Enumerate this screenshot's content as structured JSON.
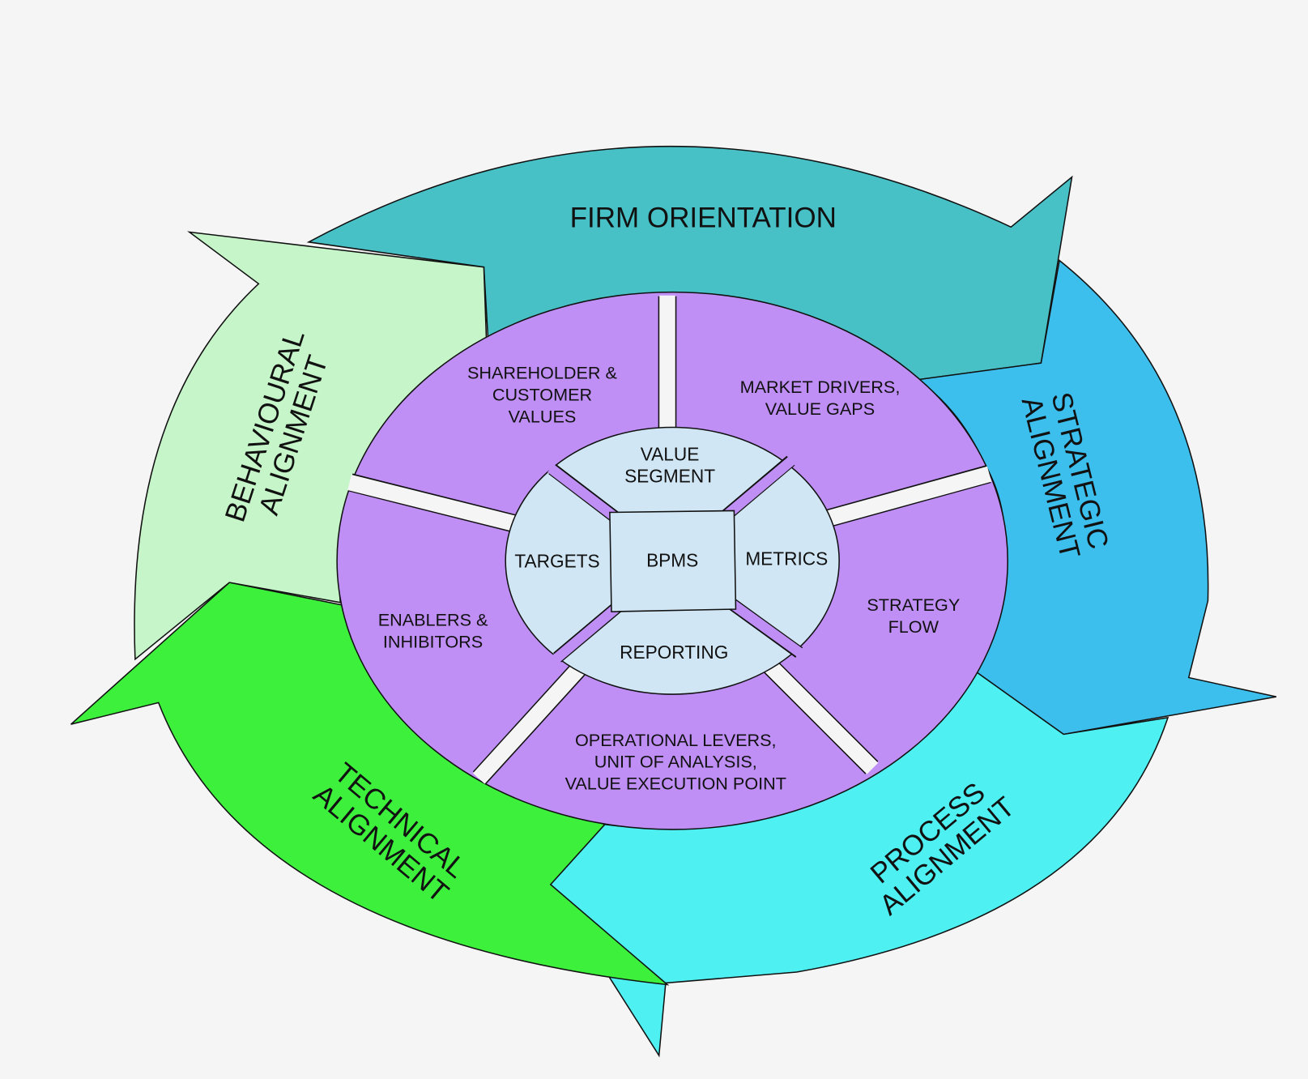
{
  "colors": {
    "background": "#f5f5f5",
    "firm_orientation": "#47c1c6",
    "strategic_alignment": "#3dbfee",
    "process_alignment": "#4ef0f2",
    "technical_alignment": "#3cf03c",
    "behavioural_alignment": "#c5f5c8",
    "middle_ring": "#bf8ff5",
    "inner_core": "#d0e6f4"
  },
  "outer_ring": {
    "firm_orientation": "FIRM ORIENTATION",
    "strategic": [
      "STRATEGIC",
      "ALIGNMENT"
    ],
    "process": [
      "PROCESS",
      "ALIGNMENT"
    ],
    "technical": [
      "TECHNICAL",
      "ALIGNMENT"
    ],
    "behavioural": [
      "BEHAVIOURAL",
      "ALIGNMENT"
    ]
  },
  "middle_ring": {
    "shareholder": [
      "SHAREHOLDER &",
      "CUSTOMER",
      "VALUES"
    ],
    "market": [
      "MARKET DRIVERS,",
      "VALUE GAPS"
    ],
    "strategy": [
      "STRATEGY",
      "FLOW"
    ],
    "operational": [
      "OPERATIONAL LEVERS,",
      "UNIT OF ANALYSIS,",
      "VALUE EXECUTION POINT"
    ],
    "enablers": [
      "ENABLERS &",
      "INHIBITORS"
    ]
  },
  "inner_core": {
    "value_segment": [
      "VALUE",
      "SEGMENT"
    ],
    "metrics": "METRICS",
    "reporting": "REPORTING",
    "targets": "TARGETS",
    "center": "BPMS"
  }
}
